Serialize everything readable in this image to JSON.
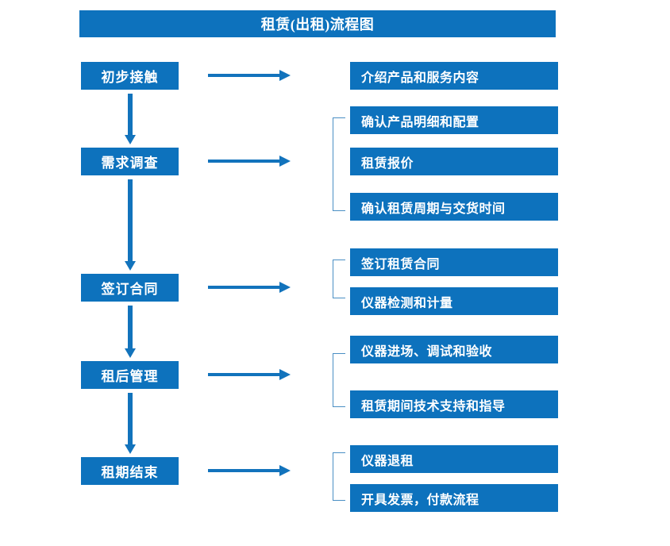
{
  "title": "租赁(出租)流程图",
  "theme": {
    "box_blue": "#0d72bd",
    "arrow_blue": "#1273bc",
    "bracket_blue": "#4a8fc4",
    "text_white": "#ffffff",
    "background": "#ffffff"
  },
  "stages": [
    {
      "label": "初步接触"
    },
    {
      "label": "需求调查"
    },
    {
      "label": "签订合同"
    },
    {
      "label": "租后管理"
    },
    {
      "label": "租期结束"
    }
  ],
  "details": [
    {
      "label": "介绍产品和服务内容"
    },
    {
      "label": "确认产品明细和配置"
    },
    {
      "label": "租赁报价"
    },
    {
      "label": "确认租赁周期与交货时间"
    },
    {
      "label": "签订租赁合同"
    },
    {
      "label": "仪器检测和计量"
    },
    {
      "label": "仪器进场、调试和验收"
    },
    {
      "label": "租赁期间技术支持和指导"
    },
    {
      "label": "仪器退租"
    },
    {
      "label": "开具发票，付款流程"
    }
  ],
  "flow": {
    "stage_to_detail_arrows": 5,
    "stage_to_stage_arrows": 4,
    "group_brackets": 4
  }
}
